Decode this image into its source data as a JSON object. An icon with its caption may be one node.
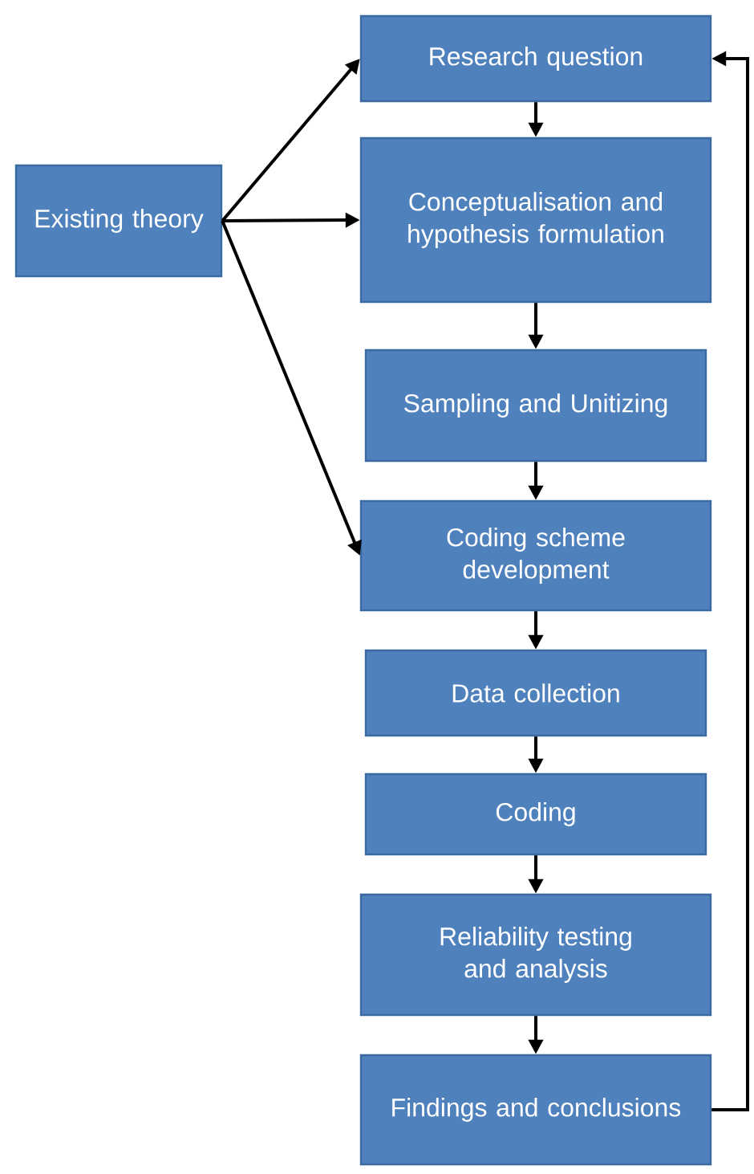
{
  "diagram": {
    "nodes": [
      {
        "text": [
          "Existing theory"
        ]
      },
      {
        "text": [
          "Research question"
        ]
      },
      {
        "text": [
          "Conceptualisation and hypothesis formulation"
        ]
      },
      {
        "text": [
          "Sampling and Unitizing"
        ]
      },
      {
        "text": [
          "Coding scheme development"
        ]
      },
      {
        "text": [
          "Data collection"
        ]
      },
      {
        "text": [
          "Coding"
        ]
      },
      {
        "text": [
          "Reliability testing and analysis"
        ]
      },
      {
        "text": [
          "Findings and conclusions"
        ]
      }
    ],
    "edges": [
      {
        "from": 0,
        "to": 1,
        "arrow": "to"
      },
      {
        "from": 0,
        "to": 2,
        "arrow": "to"
      },
      {
        "from": 0,
        "to": 4,
        "arrow": "to"
      },
      {
        "from": 1,
        "to": 2,
        "arrow": "to"
      },
      {
        "from": 2,
        "to": 3,
        "arrow": "to"
      },
      {
        "from": 3,
        "to": 4,
        "arrow": "to"
      },
      {
        "from": 4,
        "to": 5,
        "arrow": "to"
      },
      {
        "from": 5,
        "to": 6,
        "arrow": "to"
      },
      {
        "from": 6,
        "to": 7,
        "arrow": "to"
      },
      {
        "from": 7,
        "to": 8,
        "arrow": "to"
      },
      {
        "from": 8,
        "to": 1,
        "arrow": "to"
      }
    ]
  }
}
